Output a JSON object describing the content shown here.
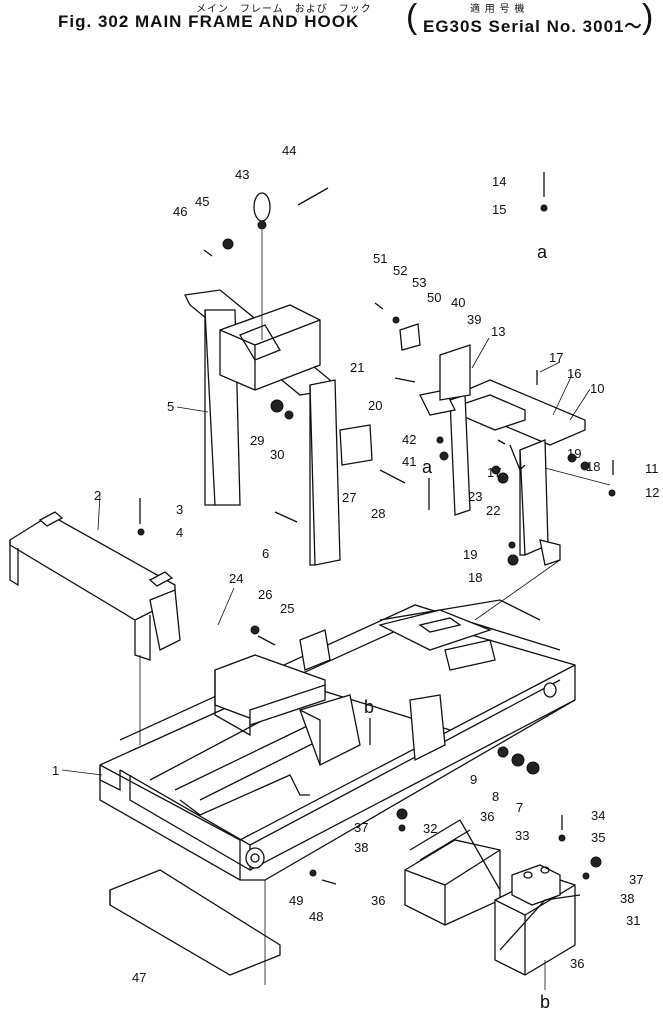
{
  "header": {
    "jp_title": "メイン　フレーム　および　フック",
    "title": "Fig. 302   MAIN FRAME AND HOOK",
    "jp_applicable": "適 用 号 機",
    "serial": "EG30S Serial No. 3001～"
  },
  "letters": {
    "a": "a",
    "b": "b"
  },
  "parts": [
    {
      "id": "p1",
      "num": "1"
    },
    {
      "id": "p2",
      "num": "2"
    },
    {
      "id": "p3",
      "num": "3"
    },
    {
      "id": "p4",
      "num": "4"
    },
    {
      "id": "p5",
      "num": "5"
    },
    {
      "id": "p6",
      "num": "6"
    },
    {
      "id": "p7",
      "num": "7"
    },
    {
      "id": "p8",
      "num": "8"
    },
    {
      "id": "p9",
      "num": "9"
    },
    {
      "id": "p10",
      "num": "10"
    },
    {
      "id": "p11",
      "num": "11"
    },
    {
      "id": "p12",
      "num": "12"
    },
    {
      "id": "p13",
      "num": "13"
    },
    {
      "id": "p14",
      "num": "14"
    },
    {
      "id": "p15",
      "num": "15"
    },
    {
      "id": "p16",
      "num": "16"
    },
    {
      "id": "p17a",
      "num": "17"
    },
    {
      "id": "p17b",
      "num": "17"
    },
    {
      "id": "p18a",
      "num": "18"
    },
    {
      "id": "p18b",
      "num": "18"
    },
    {
      "id": "p19a",
      "num": "19"
    },
    {
      "id": "p19b",
      "num": "19"
    },
    {
      "id": "p20",
      "num": "20"
    },
    {
      "id": "p21",
      "num": "21"
    },
    {
      "id": "p22",
      "num": "22"
    },
    {
      "id": "p23",
      "num": "23"
    },
    {
      "id": "p24",
      "num": "24"
    },
    {
      "id": "p25",
      "num": "25"
    },
    {
      "id": "p26",
      "num": "26"
    },
    {
      "id": "p27",
      "num": "27"
    },
    {
      "id": "p28",
      "num": "28"
    },
    {
      "id": "p29",
      "num": "29"
    },
    {
      "id": "p30",
      "num": "30"
    },
    {
      "id": "p31",
      "num": "31"
    },
    {
      "id": "p32",
      "num": "32"
    },
    {
      "id": "p33",
      "num": "33"
    },
    {
      "id": "p34",
      "num": "34"
    },
    {
      "id": "p35",
      "num": "35"
    },
    {
      "id": "p36a",
      "num": "36"
    },
    {
      "id": "p36b",
      "num": "36"
    },
    {
      "id": "p36c",
      "num": "36"
    },
    {
      "id": "p37a",
      "num": "37"
    },
    {
      "id": "p37b",
      "num": "37"
    },
    {
      "id": "p38a",
      "num": "38"
    },
    {
      "id": "p38b",
      "num": "38"
    },
    {
      "id": "p39",
      "num": "39"
    },
    {
      "id": "p40",
      "num": "40"
    },
    {
      "id": "p41",
      "num": "41"
    },
    {
      "id": "p42",
      "num": "42"
    },
    {
      "id": "p43",
      "num": "43"
    },
    {
      "id": "p44",
      "num": "44"
    },
    {
      "id": "p45",
      "num": "45"
    },
    {
      "id": "p46",
      "num": "46"
    },
    {
      "id": "p47",
      "num": "47"
    },
    {
      "id": "p48",
      "num": "48"
    },
    {
      "id": "p49",
      "num": "49"
    },
    {
      "id": "p50",
      "num": "50"
    },
    {
      "id": "p51",
      "num": "51"
    },
    {
      "id": "p52",
      "num": "52"
    },
    {
      "id": "p53",
      "num": "53"
    }
  ]
}
